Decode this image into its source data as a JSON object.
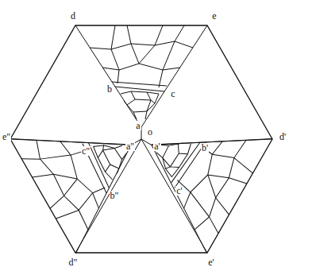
{
  "diagram": {
    "labels": [
      "d",
      "e",
      "b",
      "c",
      "a",
      "o",
      "d'",
      "b'",
      "a'",
      "c'",
      "e'",
      "e\"",
      "c\"",
      "a\"",
      "b\"",
      "d\""
    ]
  }
}
